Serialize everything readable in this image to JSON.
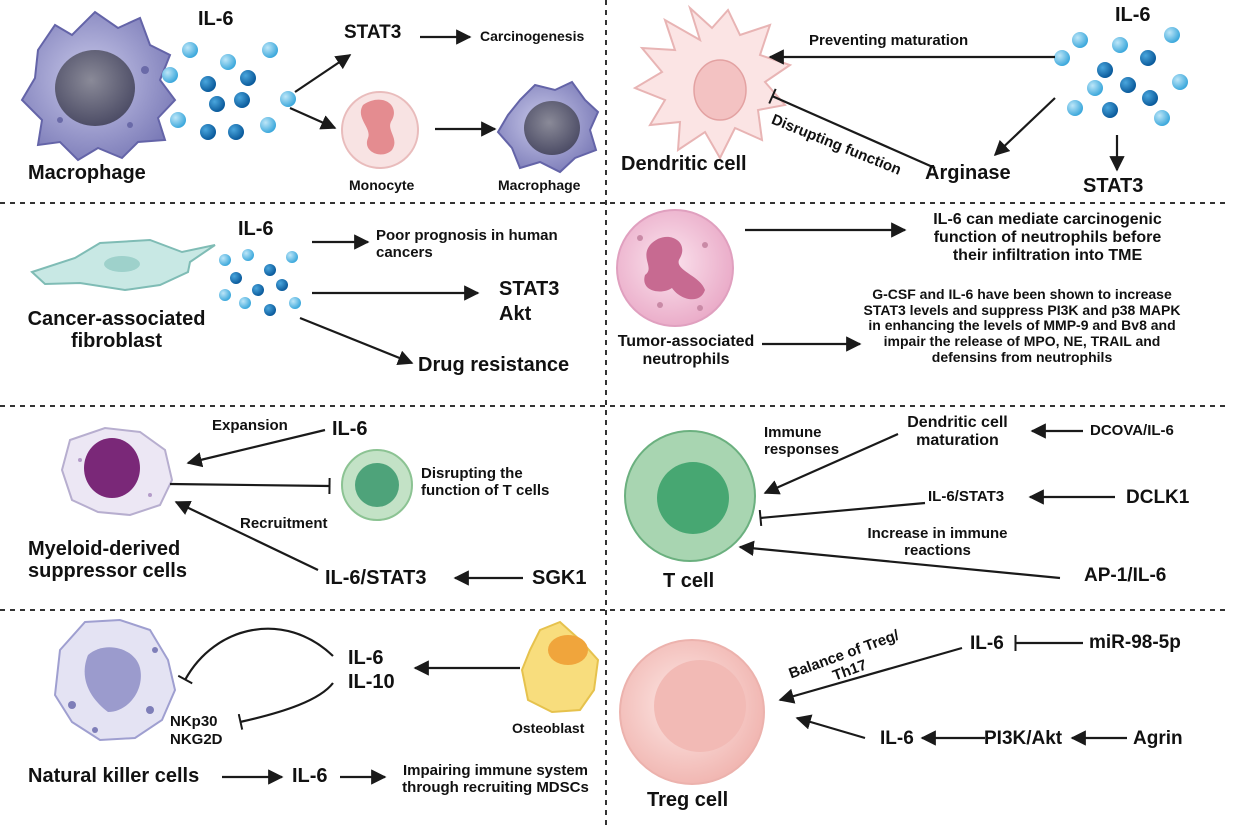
{
  "panels": {
    "macrophage": {
      "cell": "Macrophage",
      "cytokine": "IL-6",
      "stat3": "STAT3",
      "carcinogenesis": "Carcinogenesis",
      "monocyte": "Monocyte",
      "macrophage2": "Macrophage"
    },
    "dendritic": {
      "cytokine": "IL-6",
      "preventing": "Preventing maturation",
      "disrupting": "Disrupting function",
      "cell": "Dendritic cell",
      "arginase": "Arginase",
      "stat3": "STAT3"
    },
    "caf": {
      "cytokine": "IL-6",
      "poor_prognosis": "Poor prognosis in human cancers",
      "stat3": "STAT3",
      "akt": "Akt",
      "drug_resistance": "Drug resistance",
      "cell": "Cancer-associated fibroblast"
    },
    "neutrophil": {
      "text1": "IL-6 can mediate carcinogenic function of neutrophils before their infiltration into TME",
      "text2": "G-CSF and IL-6 have been shown to increase STAT3 levels and suppress PI3K and p38 MAPK in enhancing the levels of MMP-9 and Bv8 and impair the release of MPO, NE, TRAIL and defensins from neutrophils",
      "cell": "Tumor-associated neutrophils"
    },
    "mdsc": {
      "expansion": "Expansion",
      "cytokine": "IL-6",
      "disrupting": "Disrupting the function of T cells",
      "recruitment": "Recruitment",
      "cell": "Myeloid-derived suppressor cells",
      "il6stat3": "IL-6/STAT3",
      "sgk1": "SGK1"
    },
    "tcell": {
      "immune_responses": "Immune responses",
      "dc_maturation": "Dendritic cell maturation",
      "dcova": "DCOVA/IL-6",
      "il6stat3": "IL-6/STAT3",
      "dclk1": "DCLK1",
      "increase": "Increase in immune reactions",
      "ap1": "AP-1/IL-6",
      "cell": "T cell"
    },
    "nk": {
      "il6": "IL-6",
      "il10": "IL-10",
      "osteoblast": "Osteoblast",
      "nkp30": "NKp30",
      "nkg2d": "NKG2D",
      "cell": "Natural killer cells",
      "il6b": "IL-6",
      "impairing": "Impairing immune system through recruiting MDSCs"
    },
    "treg": {
      "balance": "Balance of Treg/ Th17",
      "il6": "IL-6",
      "mir": "miR-98-5p",
      "il6b": "IL-6",
      "pi3k": "PI3K/Akt",
      "agrin": "Agrin",
      "cell": "Treg cell"
    }
  },
  "colors": {
    "arrow": "#1a1a1a",
    "divider": "#333333",
    "dot_light": "#6cc3ea",
    "dot_dark": "#1277bb",
    "macrophage": "#8f8fc4",
    "monocyte": "#f6dede",
    "dendritic": "#fbe3e3",
    "fibroblast": "#bfe3df",
    "neutrophil": "#f1c3d8",
    "mdsc_nucleus": "#7a2878",
    "tcell": "#a8d5b1",
    "tcell_nucleus": "#47a772",
    "nk": "#9f9fd0",
    "osteoblast": "#f7d76b",
    "treg": "#f5cbc8"
  }
}
